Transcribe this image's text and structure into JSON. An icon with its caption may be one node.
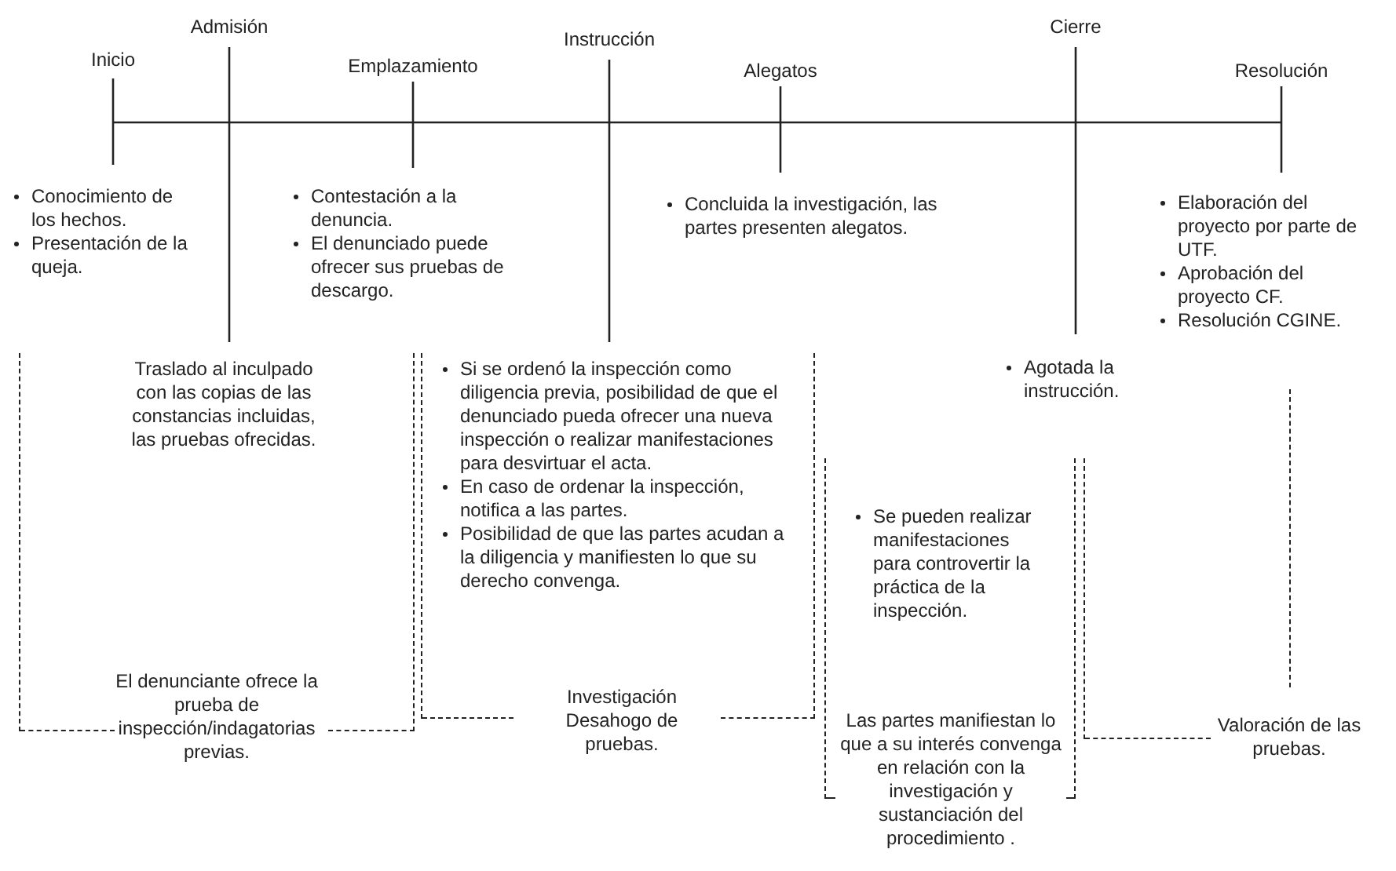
{
  "diagram": {
    "nodes": [
      {
        "text": [
          "Traslado al inculpado con las copias de las constancias incluidas, las pruebas ofrecidas.",
          "El denunciante ofrece la prueba de inspección/indagatorias previas."
        ]
      },
      {
        "text": [
          "Si se ordenó la inspección como diligencia previa, posibilidad de que el denunciado pueda ofrecer una nueva inspección o realizar manifestaciones para desvirtuar el acta.",
          "En caso de ordenar la inspección, notifica a las partes.",
          "Posibilidad de que las partes acudan a la diligencia y manifiesten lo que su derecho convenga.",
          "Investigación Desahogo de pruebas."
        ]
      },
      {
        "text": [
          "Se pueden realizar manifestaciones para controvertir la práctica de la inspección.",
          "Las partes manifiestan lo que a su interés convenga en relación con la investigación y sustanciación del procedimiento ."
        ]
      },
      {
        "text": [
          "Valoración de las pruebas."
        ]
      }
    ],
    "edges": [],
    "labels": [
      "Admisión",
      "Instrucción",
      "Cierre",
      "Inicio",
      "Emplazamiento",
      "Alegatos",
      "Resolución",
      "Conocimiento de los hechos.",
      "Presentación de la queja.",
      "Contestación a la denuncia.",
      "El denunciado puede ofrecer sus pruebas de descargo.",
      "Concluida la investigación, las partes presenten alegatos.",
      "Elaboración del proyecto por parte de UTF.",
      "Aprobación del proyecto CF.",
      "Resolución CGINE.",
      "Agotada la instrucción."
    ]
  }
}
